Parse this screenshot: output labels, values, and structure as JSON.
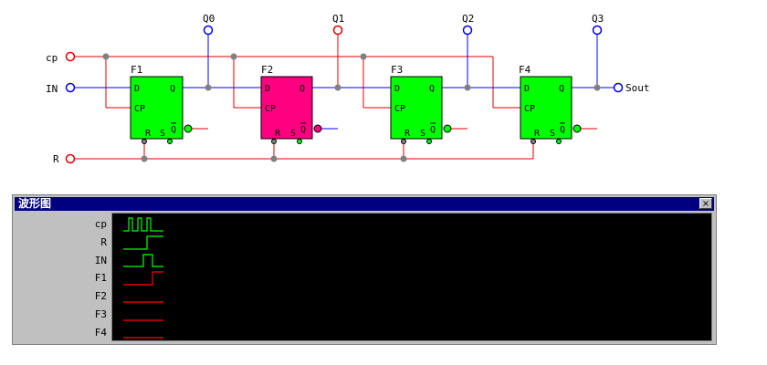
{
  "circuit": {
    "inputs": {
      "cp": "cp",
      "in": "IN",
      "r": "R"
    },
    "flipflops": [
      {
        "name": "F1",
        "fill": "#00ff00",
        "outputs_label": "Q0"
      },
      {
        "name": "F2",
        "fill": "#ff0080",
        "outputs_label": "Q1"
      },
      {
        "name": "F3",
        "fill": "#00ff00",
        "outputs_label": "Q2"
      },
      {
        "name": "F4",
        "fill": "#00ff00",
        "outputs_label": "Q3"
      }
    ],
    "pins": {
      "d": "D",
      "q": "Q",
      "cp": "CP",
      "r": "R",
      "s": "S",
      "qbar": "Q"
    },
    "output": "Sout",
    "colors": {
      "clock_wire": "#e00000",
      "data_wire": "#0000ff",
      "reset_wire": "#e00000",
      "node": "#808080"
    }
  },
  "waveform": {
    "title": "波形图",
    "close_icon": "×",
    "signals": [
      {
        "name": "cp",
        "color": "#00ff00"
      },
      {
        "name": "R",
        "color": "#00ff00"
      },
      {
        "name": "IN",
        "color": "#00ff00"
      },
      {
        "name": "F1",
        "color": "#ff0000"
      },
      {
        "name": "F2",
        "color": "#ff0000"
      },
      {
        "name": "F3",
        "color": "#ff0000"
      },
      {
        "name": "F4",
        "color": "#ff0000"
      }
    ]
  }
}
